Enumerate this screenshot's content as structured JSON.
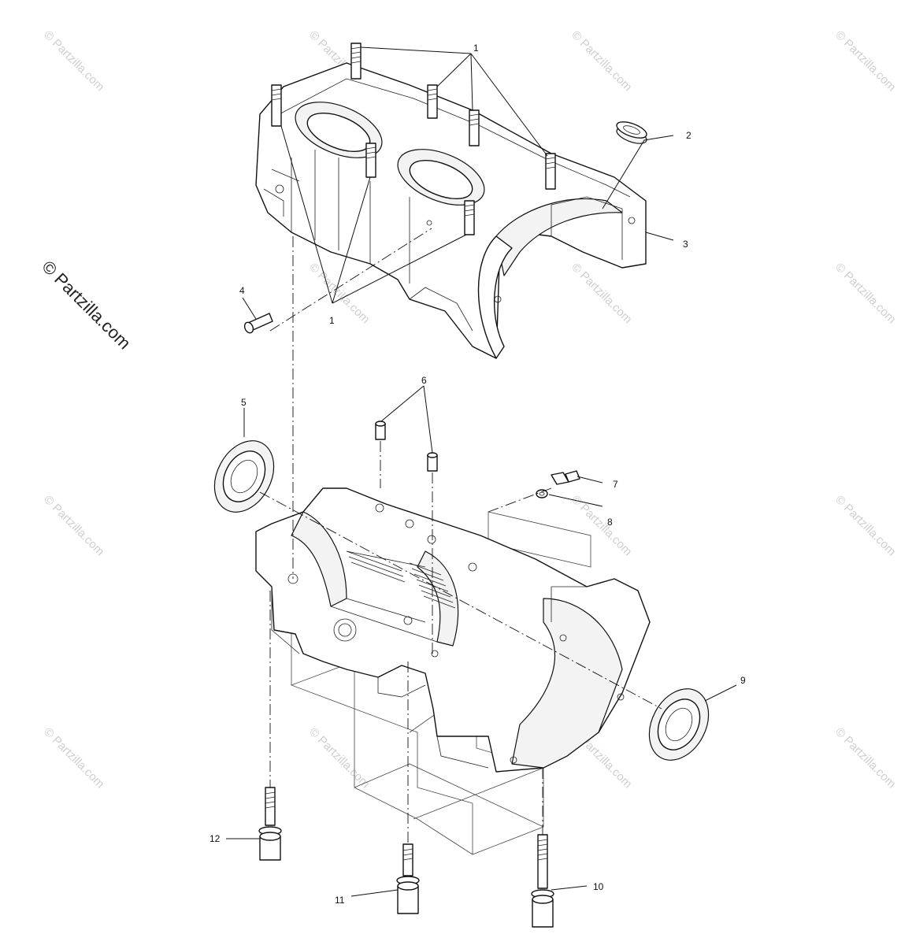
{
  "watermark": {
    "text": "© Partzilla.com",
    "side_text": "© Partzilla.com"
  },
  "callouts": [
    {
      "id": "1",
      "text": "1"
    },
    {
      "id": "1b",
      "text": "1"
    },
    {
      "id": "2",
      "text": "2"
    },
    {
      "id": "3",
      "text": "3"
    },
    {
      "id": "4",
      "text": "4"
    },
    {
      "id": "5",
      "text": "5"
    },
    {
      "id": "6",
      "text": "6"
    },
    {
      "id": "7",
      "text": "7"
    },
    {
      "id": "8",
      "text": "8"
    },
    {
      "id": "9",
      "text": "9"
    },
    {
      "id": "10",
      "text": "10"
    },
    {
      "id": "11",
      "text": "11"
    },
    {
      "id": "12",
      "text": "12"
    }
  ]
}
